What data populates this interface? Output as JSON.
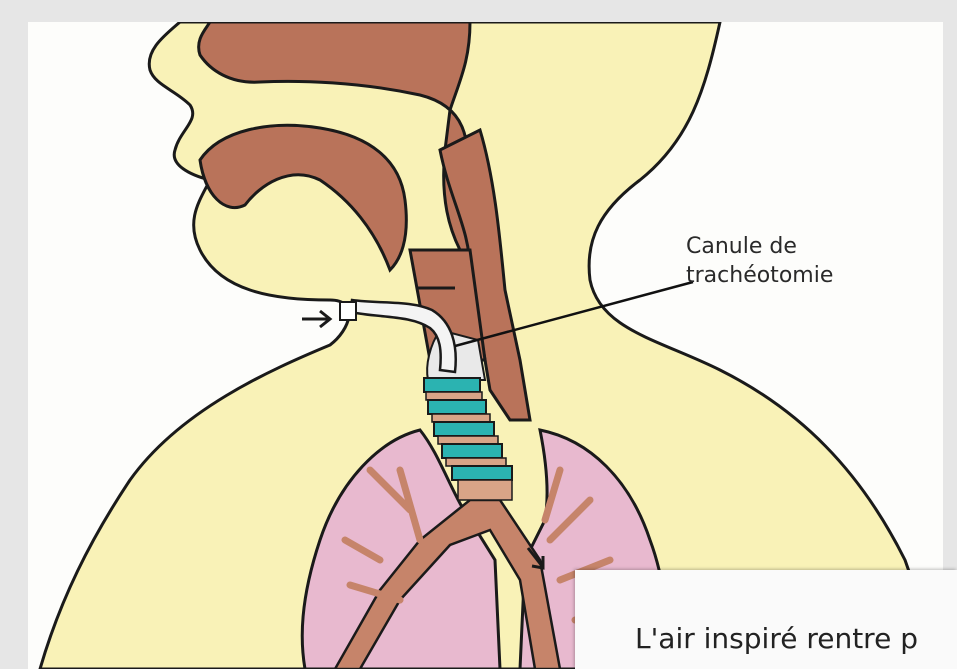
{
  "labels": {
    "cannula_line1": "Canule de",
    "cannula_line2": "trachéotomie"
  },
  "caption": {
    "text": "L'air inspiré rentre p"
  },
  "colors": {
    "skin": "#f9f2b7",
    "airway": "#b9735a",
    "lung": "#e8b9cf",
    "bronchi": "#c6846a",
    "cannula_rings": "#2bb3b1",
    "outline": "#1a1a1a"
  },
  "icons": [
    "arrow-in-icon",
    "arrow-down-icon"
  ]
}
